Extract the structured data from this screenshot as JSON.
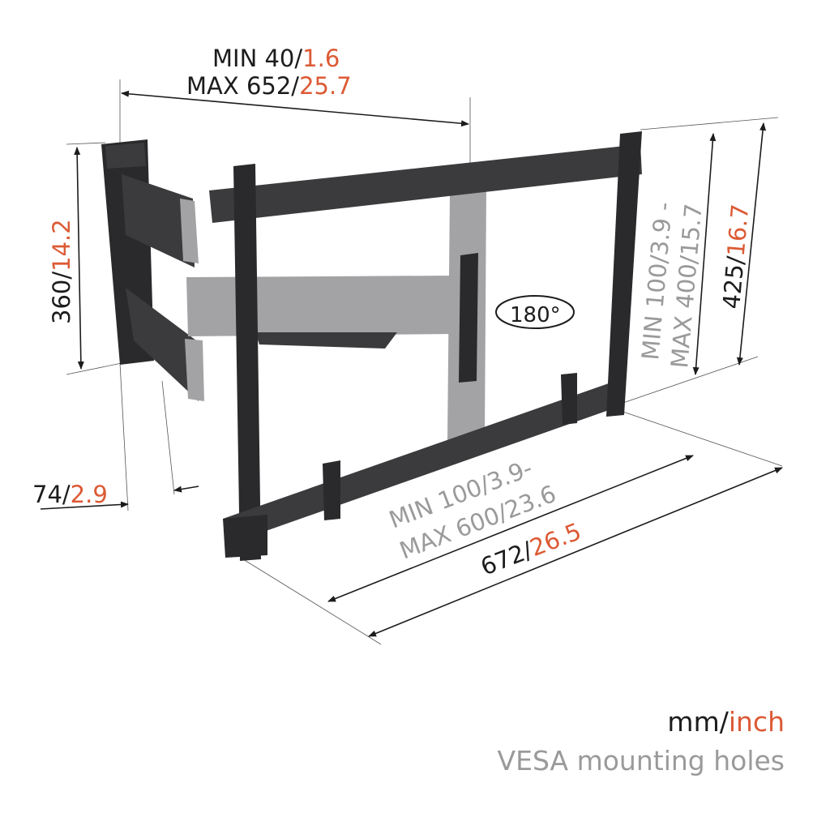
{
  "dimensions": {
    "arm_extension": {
      "min_mm": "MIN 40/",
      "min_in": "1.6",
      "max_mm": "MAX 652/",
      "max_in": "25.7"
    },
    "wall_plate_height": {
      "mm": "360/",
      "in": "14.2"
    },
    "vesa_vertical": {
      "min": "MIN 100/3.9 -",
      "max": "MAX 400/15.7"
    },
    "frame_height": {
      "mm": "425/",
      "in": "16.7"
    },
    "wall_distance": {
      "mm": "74/",
      "in": "2.9"
    },
    "vesa_horizontal": {
      "min": "MIN 100/3.9-",
      "max": "MAX 600/23.6"
    },
    "frame_width": {
      "mm": "672/",
      "in": "26.5"
    },
    "rotation": "180°"
  },
  "legend": {
    "mm": "mm/",
    "inch": "inch",
    "vesa": "VESA mounting holes"
  },
  "colors": {
    "metric": "#1c1c1c",
    "imperial": "#dc5a35",
    "vesa": "#9a9a9a"
  }
}
